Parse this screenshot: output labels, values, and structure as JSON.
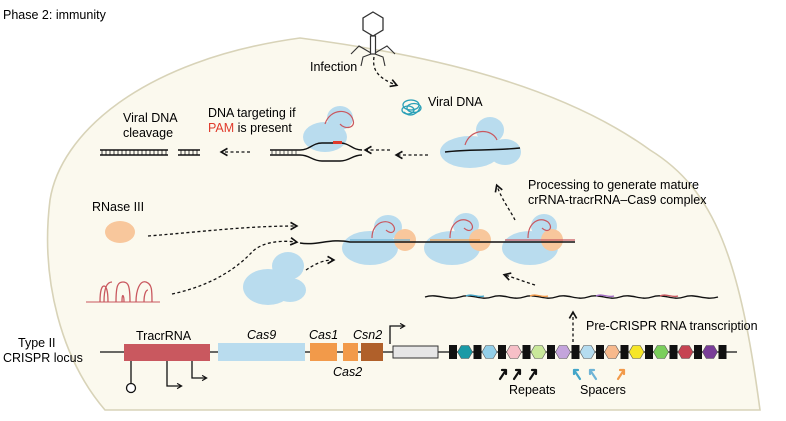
{
  "title": "Phase 2: immunity",
  "labels": {
    "infection": "Infection",
    "viral_dna": "Viral DNA",
    "dna_targeting_line1": "DNA targeting if",
    "pam": "PAM",
    "is_present": " is present",
    "viral_dna_cleavage_line1": "Viral DNA",
    "viral_dna_cleavage_line2": "cleavage",
    "processing_line1": "Processing to generate mature",
    "processing_line2": "crRNA-tracrRNA–Cas9 complex",
    "rnase3": "RNase III",
    "pre_crispr": "Pre-CRISPR RNA transcription",
    "type2_line1": "Type II",
    "type2_line2": "CRISPR locus",
    "tracrrna": "TracrRNA",
    "cas9": "Cas9",
    "cas1": "Cas1",
    "csn2": "Csn2",
    "cas2": "Cas2",
    "repeats": "Repeats",
    "spacers": "Spacers"
  },
  "colors": {
    "cell_fill": "#fbf9ee",
    "cell_stroke": "#d8d3b8",
    "cas9_blue": "#b9dcee",
    "rnase_orange": "#f8c79c",
    "tracr_red": "#c9585f",
    "cas1_orange": "#f29a4a",
    "csn2_brown": "#b0602a",
    "pam_red": "#e03b2c",
    "repeat_dark": "#111111"
  },
  "locus_spacer_colors": [
    "#1a9aa6",
    "#93cfe8",
    "#f6bfc7",
    "#c9e89a",
    "#c4a4dc",
    "#b5dcef",
    "#f7b98c",
    "#f6e627",
    "#7bcf5b",
    "#c64452",
    "#7a3e98"
  ]
}
